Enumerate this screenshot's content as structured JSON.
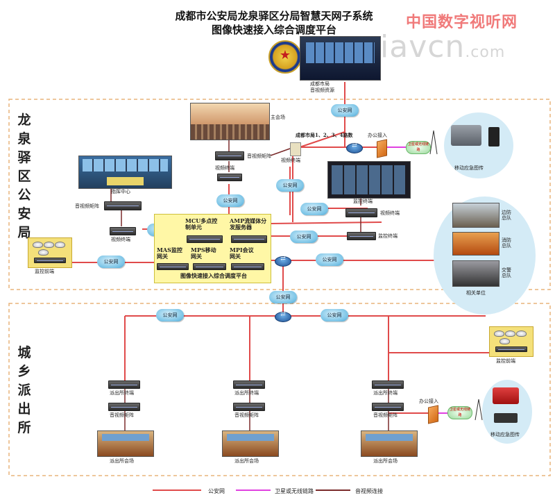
{
  "title": {
    "line1": "成都市公安局龙泉驿区分局智慧天网子系统",
    "line2": "图像快速接入综合调度平台"
  },
  "watermark": {
    "cn": "中国数字视听网",
    "en": "iavcn",
    "suffix": ".com"
  },
  "regions": {
    "top": "龙泉驿区公安局",
    "bottom": "城乡派出所"
  },
  "nodes": {
    "city_bureau": "成都市局",
    "city_resource": "音视频资源",
    "main_venue": "主会场",
    "av_matrix": "音视频矩阵",
    "video_terminal": "视频终端",
    "video_terminal_b": "视频终端",
    "command_center": "指挥中心",
    "av_matrix_2": "音视频矩阵",
    "video_terminal_2": "视频终端",
    "monitor_terminal": "监控终端",
    "video_terminal_3": "视频终端",
    "monitor_terminal_2": "监控终端",
    "monitor_front": "监控前端",
    "access_note": "成都市局1、2、3、4路数",
    "office_access": "办公接入",
    "satellite": "卫星或无线链路",
    "mobile_vehicle": "移动应急图传",
    "border_team": "边防总队",
    "fire_team": "消防总队",
    "traffic_team": "交警总队",
    "related_units": "相关单位",
    "monitor_front_2": "监控前端",
    "office_access_2": "办公接入",
    "satellite_2": "卫星或无线链路",
    "mobile_vehicle_2": "移动应急图传"
  },
  "platform": {
    "mcu": "MCU多点控制单元",
    "amp": "AMP流媒体分发服务器",
    "mas": "MAS监控网关",
    "mps": "MPS移动网关",
    "mpi": "MPI会议网关",
    "name": "图像快速接入综合调度平台"
  },
  "clouds": {
    "gaw": "公安网"
  },
  "stations": [
    {
      "terminal": "派出所终端",
      "matrix": "音视频矩阵",
      "venue": "派出所会场"
    },
    {
      "terminal": "派出所终端",
      "matrix": "音视频矩阵",
      "venue": "派出所会场"
    },
    {
      "terminal": "派出所终端",
      "matrix": "音视频矩阵",
      "venue": "派出所会场"
    }
  ],
  "legend": {
    "gaw": "公安网",
    "satellite": "卫星或无线链路",
    "av": "音视频连接"
  },
  "colors": {
    "gaw_line": "#e04a4a",
    "satellite_line": "#e040e0",
    "av_line": "#7a2a2a",
    "border": "#e0b080",
    "platform_fill": "#fff7a6",
    "cloud": "#79c3e6"
  }
}
